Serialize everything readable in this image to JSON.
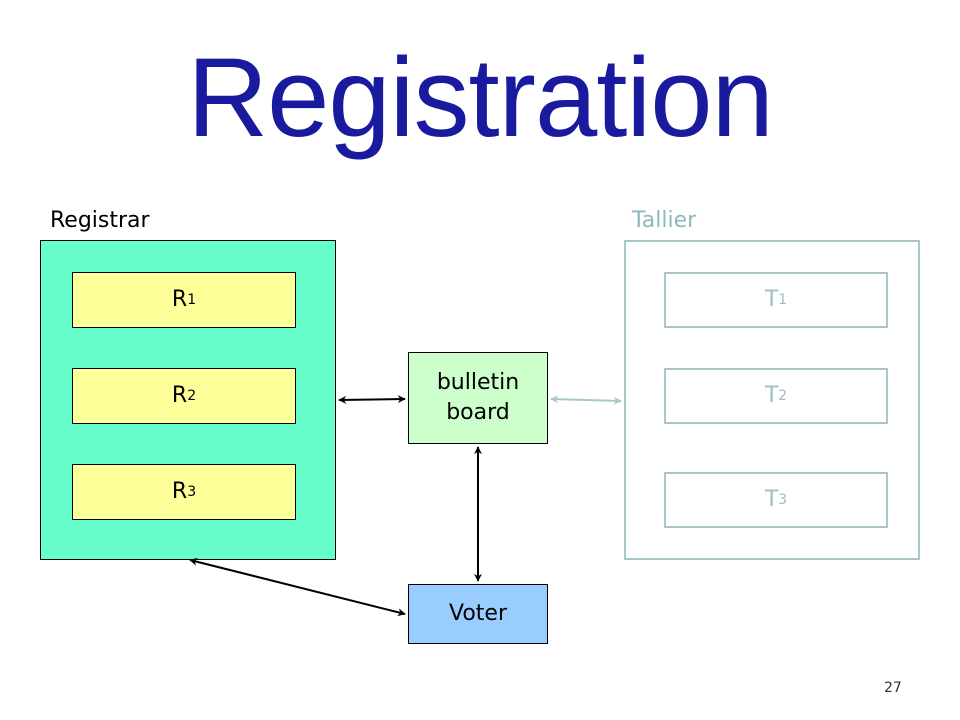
{
  "title": "Registration",
  "registrar": {
    "label": "Registrar",
    "nodes": [
      {
        "letter": "R",
        "index": "1"
      },
      {
        "letter": "R",
        "index": "2"
      },
      {
        "letter": "R",
        "index": "3"
      }
    ]
  },
  "tallier": {
    "label": "Tallier",
    "nodes": [
      {
        "letter": "T",
        "index": "1"
      },
      {
        "letter": "T",
        "index": "2"
      },
      {
        "letter": "T",
        "index": "3"
      }
    ]
  },
  "bulletin_board": {
    "line1": "bulletin",
    "line2": "board"
  },
  "voter": "Voter",
  "page_number": "27",
  "colors": {
    "title": "#1a1a9e",
    "registrar_fill": "#66ffcc",
    "registrar_node_fill": "#ffff99",
    "tallier_faded": "#a8c8cc",
    "bulletin_fill": "#ccffcc",
    "voter_fill": "#99ccff"
  }
}
